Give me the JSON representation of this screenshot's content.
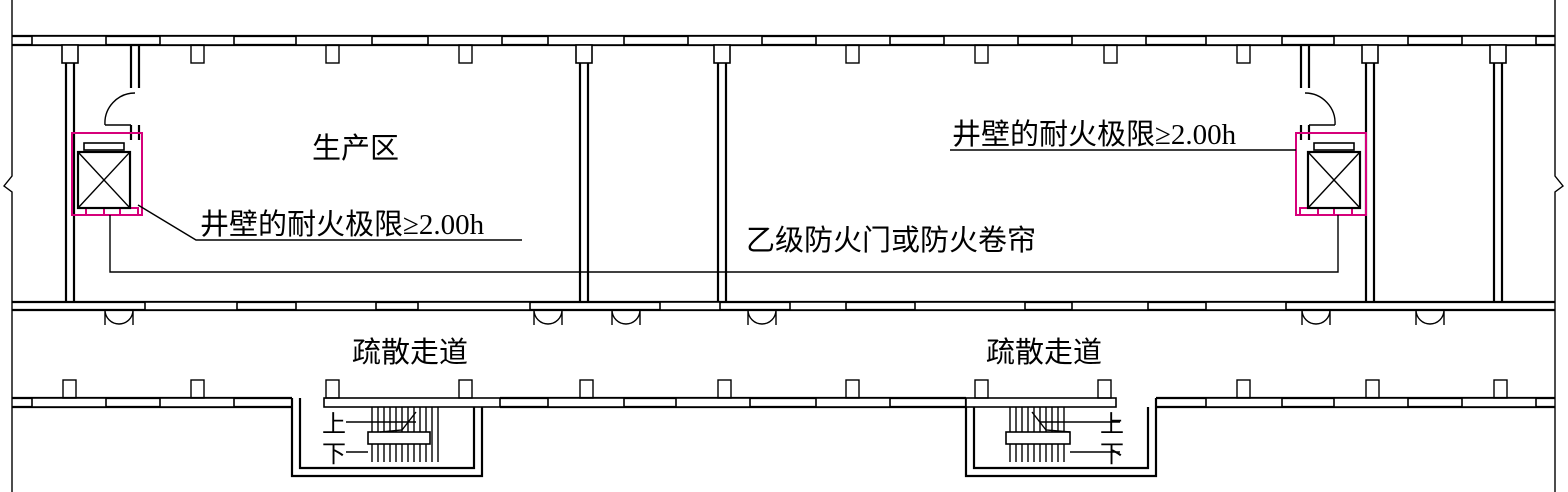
{
  "labels": {
    "production_zone": "生产区",
    "shaft_wall_left": "井壁的耐火极限≥2.00h",
    "shaft_wall_right": "井壁的耐火极限≥2.00h",
    "fire_door": "乙级防火门或防火卷帘",
    "corridor_left": "疏散走道",
    "corridor_right": "疏散走道",
    "stair_up_left": "上",
    "stair_down_left": "下",
    "stair_up_right": "上",
    "stair_down_right": "下"
  },
  "colors": {
    "line": "#000000",
    "shaft_highlight": "#d6007a",
    "background": "#ffffff"
  }
}
